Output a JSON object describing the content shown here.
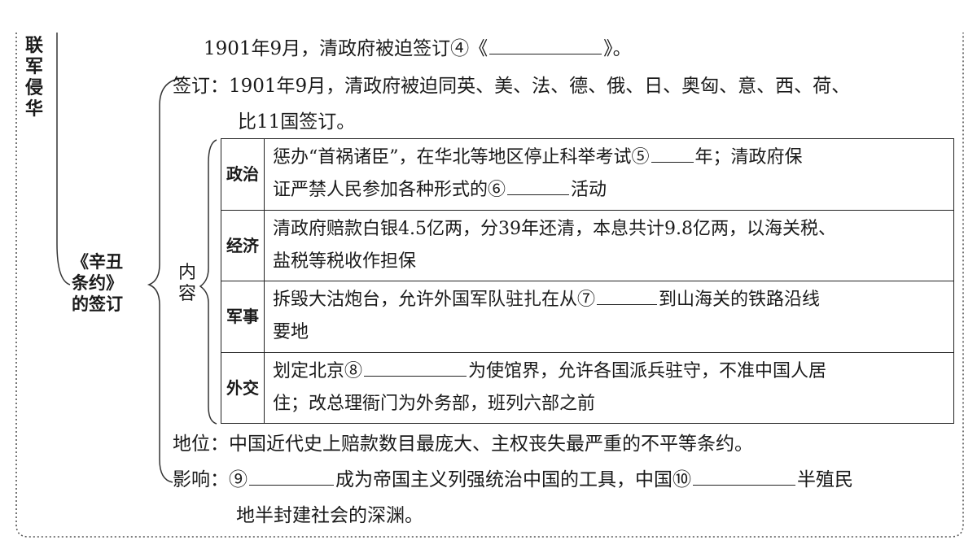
{
  "title_vertical": [
    "联",
    "军",
    "侵",
    "华"
  ],
  "line1": {
    "text": "1901年9月，清政府被迫签订④《",
    "after_blank": "》。"
  },
  "signing": {
    "label": "签订：",
    "line_a": "1901年9月，清政府被迫同英、美、法、德、俄、日、奥匈、意、西、荷、",
    "line_b": "比11国签订。"
  },
  "treaty_label": [
    "《辛丑",
    "条约》",
    "的签订"
  ],
  "content_label": [
    "内",
    "容"
  ],
  "table": {
    "rows": [
      {
        "category": "政治",
        "line1_pre": "惩办“首祸诸臣”，在华北等地区停止科举考试⑤",
        "line1_post": "年；清政府保",
        "line2_pre": "证严禁人民参加各种形式的⑥",
        "line2_post": "活动"
      },
      {
        "category": "经济",
        "line1": "清政府赔款白银4.5亿两，分39年还清，本息共计9.8亿两，以海关税、",
        "line2": "盐税等税收作担保"
      },
      {
        "category": "军事",
        "line1_pre": "拆毁大沽炮台，允许外国军队驻扎在从⑦",
        "line1_post": "到山海关的铁路沿线",
        "line2": "要地"
      },
      {
        "category": "外交",
        "line1_pre": "划定北京⑧",
        "line1_post": "为使馆界，允许各国派兵驻守，不准中国人居",
        "line2": "住；改总理衙门为外务部，班列六部之前"
      }
    ]
  },
  "status": {
    "label": "地位：",
    "text": "中国近代史上赔款数目最庞大、主权丧失最严重的不平等条约。"
  },
  "impact": {
    "label": "影响：",
    "pre": "⑨",
    "mid": "成为帝国主义列强统治中国的工具，中国⑩",
    "post": "半殖民",
    "line2": "地半封建社会的深渊。"
  }
}
